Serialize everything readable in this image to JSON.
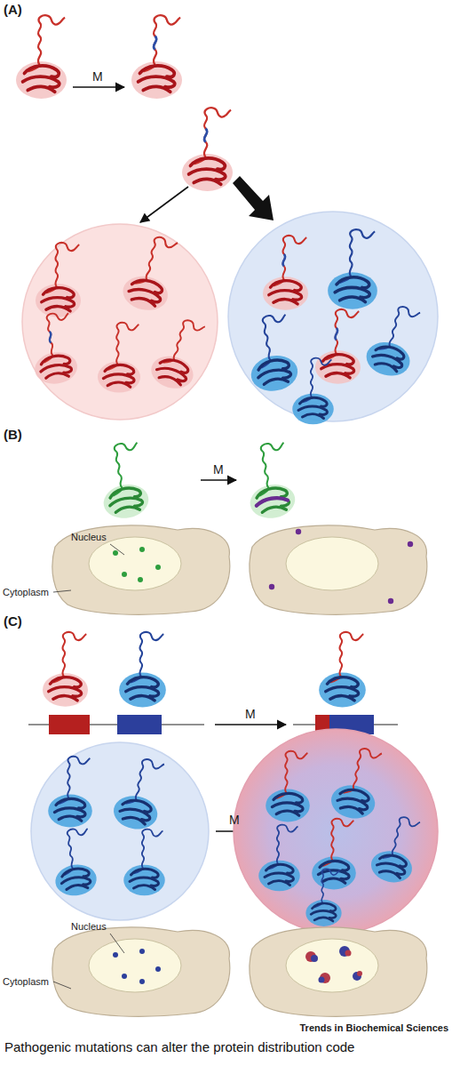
{
  "diagram": {
    "caption": "Pathogenic mutations can alter the protein distribution code",
    "labels": [
      "(A)",
      "M",
      "(B)",
      "M",
      "Nucleus",
      "Cytoplasm",
      "(C)",
      "M",
      "M",
      "Nucleus",
      "Cytoplasm",
      "Trends in Biochemical Sciences"
    ]
  }
}
